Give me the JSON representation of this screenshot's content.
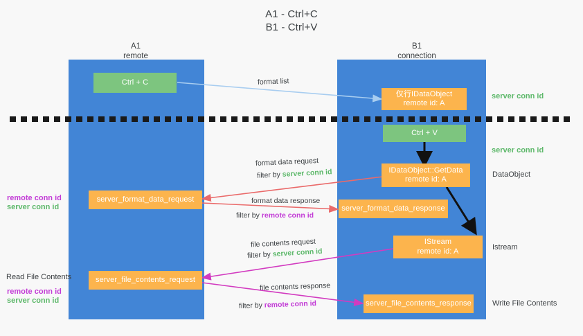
{
  "title": {
    "line1": "A1 - Ctrl+C",
    "line2": "B1 - Ctrl+V"
  },
  "columns": [
    {
      "name": "A1",
      "sub": "remote"
    },
    {
      "name": "B1",
      "sub": "connection"
    }
  ],
  "nodes": {
    "ctrl_c": "Ctrl + C",
    "ctrl_v": "Ctrl + V",
    "idataobject_title": "仅行IDataObject",
    "idataobject_sub": "remote id: A",
    "getdata_title": "IDataObject::GetData",
    "getdata_sub": "remote id: A",
    "istream_title": "IStream",
    "istream_sub": "remote id: A",
    "server_format_data_request": "server_format_data_request",
    "server_format_data_response": "server_format_data_response",
    "server_file_contents_request": "server_file_contents_request",
    "server_file_contents_response": "server_file_contents_response"
  },
  "edge_labels": {
    "format_list": "format list",
    "format_data_request": "format data request",
    "format_data_request_filter_pre": "filter by ",
    "format_data_request_filter_key": "server conn id",
    "format_data_response": "format data response",
    "format_data_response_filter_pre": "filter by ",
    "format_data_response_filter_key": "remote conn id",
    "file_contents_request": "file contents request",
    "file_contents_request_filter_pre": "filter by ",
    "file_contents_request_filter_key": "server conn id",
    "file_contents_response": "file contents response",
    "file_contents_response_filter_pre": "filter by ",
    "file_contents_response_filter_key": "remote conn id"
  },
  "left_annotations": {
    "remote_conn_id_1": "remote conn id",
    "server_conn_id_1": "server conn id",
    "read_file_contents": "Read File Contents",
    "remote_conn_id_2": "remote conn id",
    "server_conn_id_2": "server conn id"
  },
  "right_annotations": {
    "server_conn_id_1": "server conn id",
    "server_conn_id_2": "server conn id",
    "dataobject": "DataObject",
    "istream": "Istream",
    "write_file_contents": "Write File Contents"
  },
  "colors": {
    "lane": "#4285d6",
    "node_green": "#7dc57f",
    "node_orange": "#fcb44d",
    "accent_green": "#5db86a",
    "accent_purple": "#c23bd6",
    "arrow_lightblue": "#a8cdf0",
    "arrow_red": "#ea6a6a",
    "arrow_magenta": "#d23bc0",
    "arrow_black": "#111111",
    "background": "#f8f8f8",
    "text": "#3c4043"
  }
}
